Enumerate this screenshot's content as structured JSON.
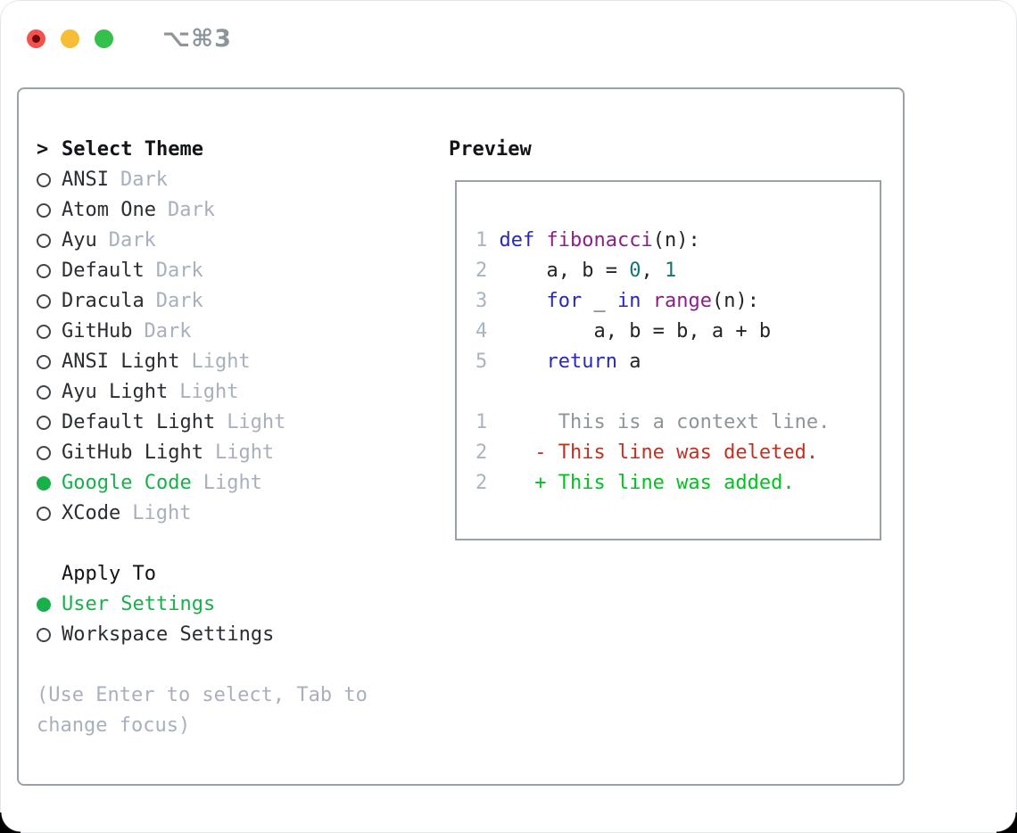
{
  "titlebar": {
    "title": "⌥⌘3"
  },
  "window_controls": {
    "close_color": "#f4524d",
    "close_dot_color": "#6e090c",
    "minimize_color": "#f6bd35",
    "zoom_color": "#35c04b",
    "title_color": "#8e949c"
  },
  "selector": {
    "prompt": ">",
    "title": "Select Theme"
  },
  "themes": [
    {
      "name": "ANSI",
      "variant": "Dark",
      "selected": false
    },
    {
      "name": "Atom One",
      "variant": "Dark",
      "selected": false
    },
    {
      "name": "Ayu",
      "variant": "Dark",
      "selected": false
    },
    {
      "name": "Default",
      "variant": "Dark",
      "selected": false
    },
    {
      "name": "Dracula",
      "variant": "Dark",
      "selected": false
    },
    {
      "name": "GitHub",
      "variant": "Dark",
      "selected": false
    },
    {
      "name": "ANSI Light",
      "variant": "Light",
      "selected": false
    },
    {
      "name": "Ayu Light",
      "variant": "Light",
      "selected": false
    },
    {
      "name": "Default Light",
      "variant": "Light",
      "selected": false
    },
    {
      "name": "GitHub Light",
      "variant": "Light",
      "selected": false
    },
    {
      "name": "Google Code",
      "variant": "Light",
      "selected": true
    },
    {
      "name": "XCode",
      "variant": "Light",
      "selected": false
    }
  ],
  "apply_to": {
    "label": "Apply To",
    "options": [
      {
        "label": "User Settings",
        "selected": true
      },
      {
        "label": "Workspace Settings",
        "selected": false
      }
    ]
  },
  "help": "(Use Enter to select, Tab to change focus)",
  "preview": {
    "title": "Preview",
    "code_lines": [
      {
        "num": "1",
        "segments": [
          {
            "text": "def",
            "style": "keyword"
          },
          {
            "text": " ",
            "style": "plain"
          },
          {
            "text": "fibonacci",
            "style": "function"
          },
          {
            "text": "(n):",
            "style": "plain"
          }
        ]
      },
      {
        "num": "2",
        "segments": [
          {
            "text": "    a, b = ",
            "style": "plain"
          },
          {
            "text": "0",
            "style": "literal"
          },
          {
            "text": ", ",
            "style": "plain"
          },
          {
            "text": "1",
            "style": "literal"
          }
        ]
      },
      {
        "num": "3",
        "segments": [
          {
            "text": "    ",
            "style": "plain"
          },
          {
            "text": "for",
            "style": "keyword"
          },
          {
            "text": " _ ",
            "style": "plain"
          },
          {
            "text": "in",
            "style": "keyword"
          },
          {
            "text": " ",
            "style": "plain"
          },
          {
            "text": "range",
            "style": "function"
          },
          {
            "text": "(n):",
            "style": "plain"
          }
        ]
      },
      {
        "num": "4",
        "segments": [
          {
            "text": "        a, b = b, a + b",
            "style": "plain"
          }
        ]
      },
      {
        "num": "5",
        "segments": [
          {
            "text": "    ",
            "style": "plain"
          },
          {
            "text": "return",
            "style": "keyword"
          },
          {
            "text": " a",
            "style": "plain"
          }
        ]
      },
      {
        "num": "",
        "segments": []
      },
      {
        "num": "1",
        "segments": [
          {
            "text": "     This is a context line.",
            "style": "context"
          }
        ]
      },
      {
        "num": "2",
        "segments": [
          {
            "text": "   - This line was deleted.",
            "style": "deleted"
          }
        ]
      },
      {
        "num": "2",
        "segments": [
          {
            "text": "   + This line was added.",
            "style": "added"
          }
        ]
      }
    ]
  },
  "colors": {
    "accent_green": "#18b04a",
    "added": "#00c31d",
    "deleted": "#c4301f",
    "keyword": "#2828bb",
    "function": "#8c1e88",
    "literal": "#17756e",
    "code_text": "#222427",
    "context": "#8f9499",
    "gutter": "#a9b4c0",
    "text": "#2a2d33",
    "header_text": "#121419",
    "muted": "#a8b0bd",
    "ring": "#41454c",
    "border": "#9aa1ac"
  }
}
